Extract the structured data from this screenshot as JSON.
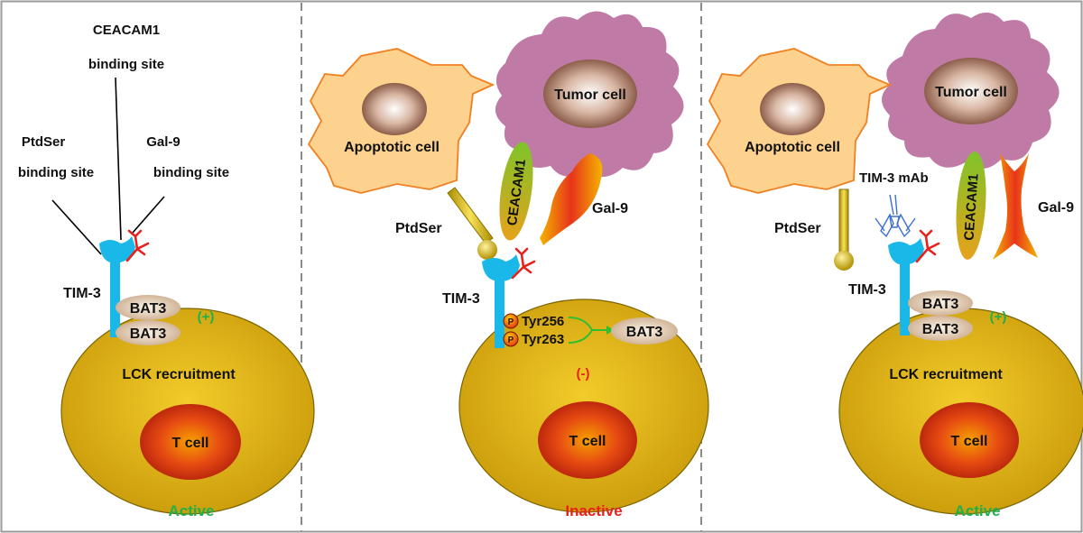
{
  "colors": {
    "active": "#1fb04b",
    "inactive": "#e8211d",
    "tim3": "#19b8e8",
    "gal9_ligand": "#e8211d",
    "tcell_body": "#d9ad12",
    "apoptotic_cell": "#fdd18e",
    "tumor_cell": "#c07aa6",
    "divider": "#8a8a8a"
  },
  "panel_active": {
    "ceacam1_site": [
      "CEACAM1",
      "binding site"
    ],
    "ptdser_site": [
      "PtdSer",
      "binding site"
    ],
    "gal9_site": [
      "Gal-9",
      "binding site"
    ],
    "tim3": "TIM-3",
    "bat3_top": "BAT3",
    "bat3_bottom": "BAT3",
    "sign": "(+)",
    "lck": "LCK recruitment",
    "tcell": "T cell",
    "state": "Active"
  },
  "panel_inactive": {
    "apoptotic": "Apoptotic cell",
    "tumor": "Tumor cell",
    "ceacam1": "CEACAM1",
    "gal9": "Gal-9",
    "ptdser": "PtdSer",
    "tim3": "TIM-3",
    "phospho": "P",
    "tyr256": "Tyr256",
    "tyr263": "Tyr263",
    "bat3": "BAT3",
    "sign": "(-)",
    "tcell": "T cell",
    "state": "Inactive"
  },
  "panel_blocked": {
    "apoptotic": "Apoptotic cell",
    "tumor": "Tumor cell",
    "mab": "TIM-3 mAb",
    "ceacam1": "CEACAM1",
    "gal9": "Gal-9",
    "ptdser": "PtdSer",
    "tim3": "TIM-3",
    "bat3_top": "BAT3",
    "bat3_bottom": "BAT3",
    "sign": "(+)",
    "lck": "LCK recruitment",
    "tcell": "T cell",
    "state": "Active"
  }
}
